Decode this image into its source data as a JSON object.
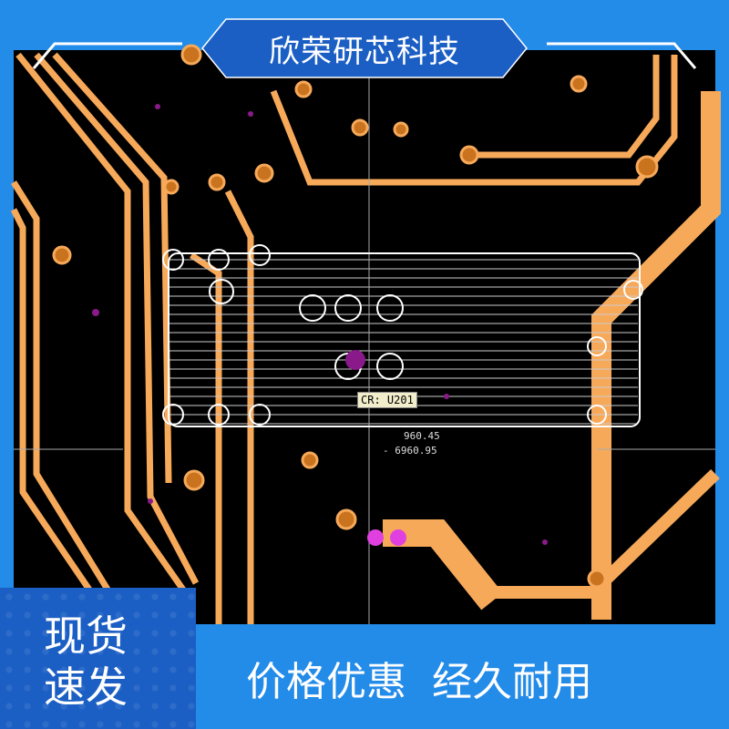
{
  "header": {
    "brand": "欣荣研芯科技"
  },
  "badge": {
    "line1": "现货",
    "line2": "速发"
  },
  "banner": {
    "slogan1": "价格优惠",
    "slogan2": "经久耐用"
  },
  "pcb": {
    "component_label": "CR: U201",
    "coord_x": "960.45",
    "coord_y": "- 6960.95"
  },
  "colors": {
    "frame": "#238be8",
    "plate": "#1c5fc4",
    "trace": "#f7a95a",
    "pad": "#c9731f",
    "via": "#8a1a8a",
    "board": "#000000"
  }
}
